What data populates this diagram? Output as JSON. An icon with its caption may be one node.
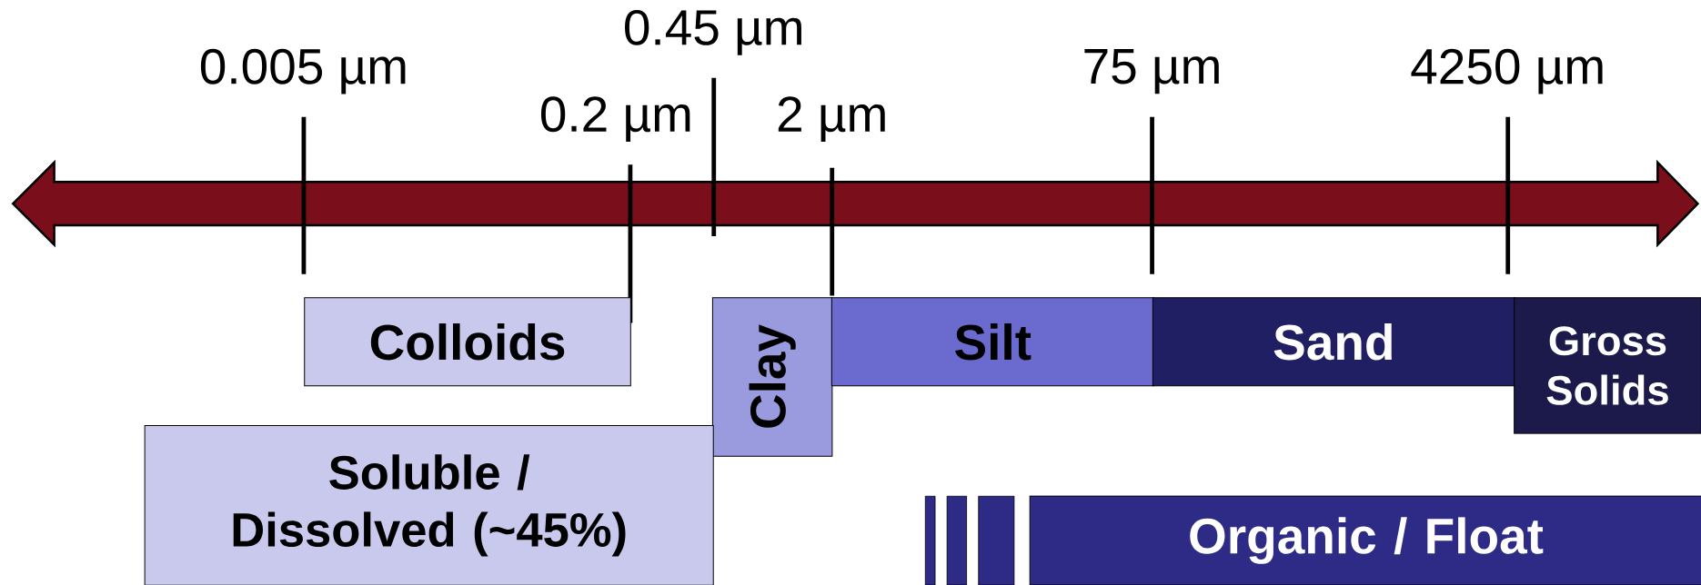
{
  "diagram": {
    "nodes": [
      {
        "text": [
          "Colloids"
        ]
      },
      {
        "text": [
          "Clay"
        ]
      },
      {
        "text": [
          "Silt"
        ]
      },
      {
        "text": [
          "Sand"
        ]
      },
      {
        "text": [
          "Gross Solids"
        ]
      },
      {
        "text": [
          "Soluble / Dissolved (~45%)"
        ]
      },
      {
        "text": [
          "Organic / Float"
        ]
      }
    ],
    "edges": [],
    "labels": [
      "0.005 µm",
      "0.45 µm",
      "0.2 µm",
      "2 µm",
      "75 µm",
      "4250 µm"
    ]
  }
}
